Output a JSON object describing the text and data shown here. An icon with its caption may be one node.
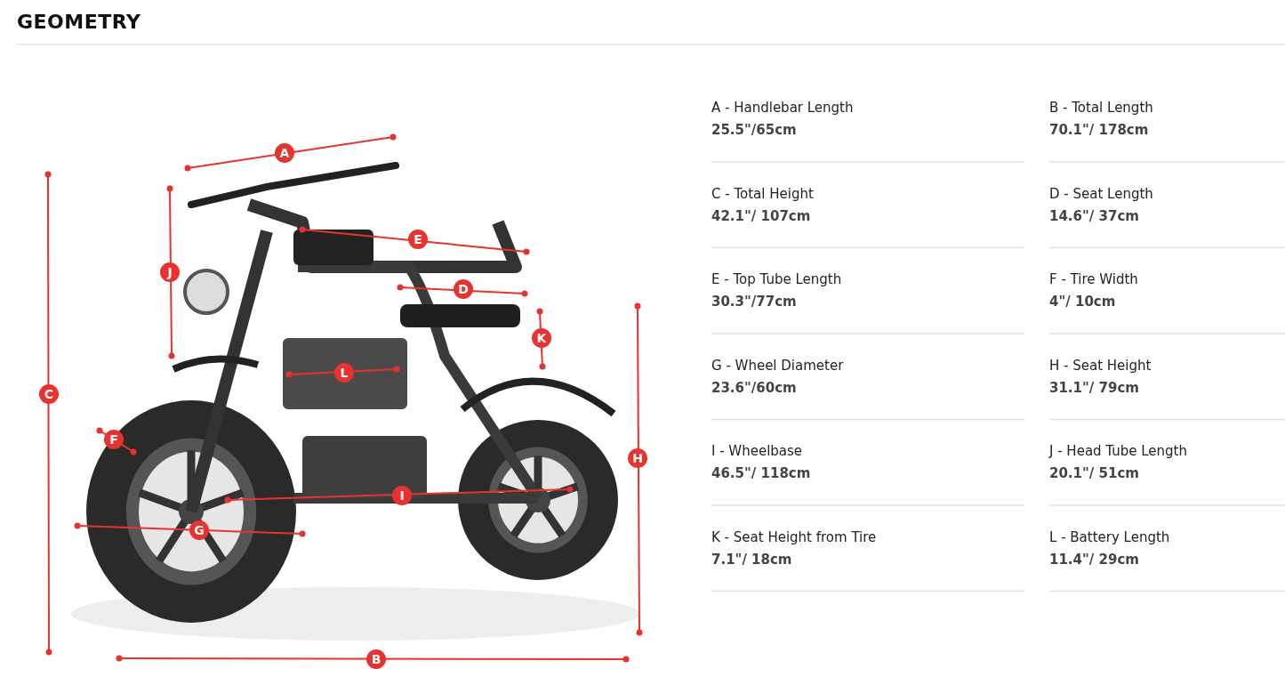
{
  "diagram": {
    "title": "GEOMETRY",
    "labels": [
      "A",
      "E",
      "J",
      "D",
      "K",
      "C",
      "L",
      "H",
      "F",
      "I",
      "G",
      "B",
      "A - Handlebar Length",
      "25.5\"/65cm",
      "B - Total Length",
      "70.1\"/ 178cm",
      "C - Total Height",
      "42.1\"/ 107cm",
      "D - Seat Length",
      "14.6\"/ 37cm",
      "E - Top Tube Length",
      "30.3\"/77cm",
      "F - Tire Width",
      "4\"/ 10cm",
      "G - Wheel Diameter",
      "23.6\"/60cm",
      "H - Seat Height",
      "31.1\"/ 79cm",
      "I - Wheelbase",
      "46.5\"/ 118cm",
      "J - Head Tube Length",
      "20.1\"/ 51cm",
      "K - Seat Height from Tire",
      "7.1\"/ 18cm",
      "L - Battery Length",
      "11.4\"/ 29cm"
    ]
  }
}
